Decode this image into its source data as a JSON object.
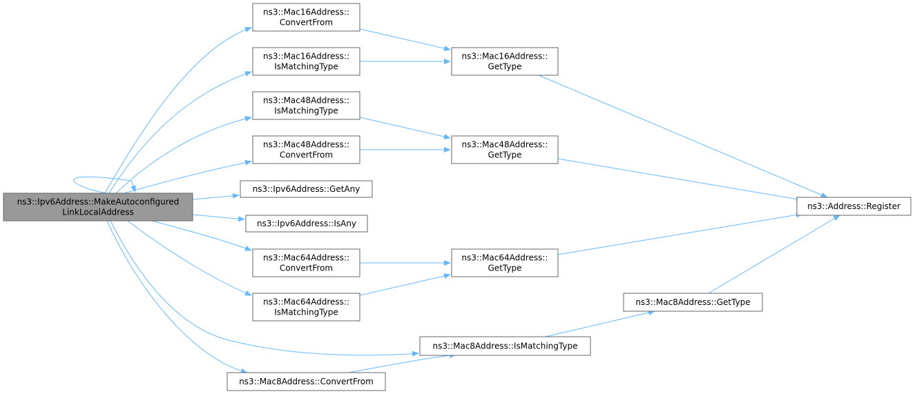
{
  "graph": {
    "colors": {
      "edge": "#63b8ff",
      "node_fill": "#ffffff",
      "node_stroke": "#666666",
      "root_fill": "#999999",
      "text": "#000000"
    },
    "nodes": [
      {
        "id": "root",
        "lines": [
          "ns3::Ipv6Address::MakeAutoconfigured",
          "LinkLocalAddress"
        ],
        "root": true
      },
      {
        "id": "m16_convert",
        "lines": [
          "ns3::Mac16Address::",
          "ConvertFrom"
        ]
      },
      {
        "id": "m16_ismatch",
        "lines": [
          "ns3::Mac16Address::",
          "IsMatchingType"
        ]
      },
      {
        "id": "m16_gettype",
        "lines": [
          "ns3::Mac16Address::",
          "GetType"
        ]
      },
      {
        "id": "m48_ismatch",
        "lines": [
          "ns3::Mac48Address::",
          "IsMatchingType"
        ]
      },
      {
        "id": "m48_convert",
        "lines": [
          "ns3::Mac48Address::",
          "ConvertFrom"
        ]
      },
      {
        "id": "m48_gettype",
        "lines": [
          "ns3::Mac48Address::",
          "GetType"
        ]
      },
      {
        "id": "ipv6_getany",
        "lines": [
          "ns3::Ipv6Address::GetAny"
        ]
      },
      {
        "id": "ipv6_isany",
        "lines": [
          "ns3::Ipv6Address::IsAny"
        ]
      },
      {
        "id": "m64_convert",
        "lines": [
          "ns3::Mac64Address::",
          "ConvertFrom"
        ]
      },
      {
        "id": "m64_ismatch",
        "lines": [
          "ns3::Mac64Address::",
          "IsMatchingType"
        ]
      },
      {
        "id": "m64_gettype",
        "lines": [
          "ns3::Mac64Address::",
          "GetType"
        ]
      },
      {
        "id": "m8_gettype",
        "lines": [
          "ns3::Mac8Address::GetType"
        ]
      },
      {
        "id": "m8_ismatch",
        "lines": [
          "ns3::Mac8Address::IsMatchingType"
        ]
      },
      {
        "id": "m8_convert",
        "lines": [
          "ns3::Mac8Address::ConvertFrom"
        ]
      },
      {
        "id": "addr_register",
        "lines": [
          "ns3::Address::Register"
        ]
      }
    ],
    "edges": [
      {
        "from": "root",
        "to": "root"
      },
      {
        "from": "root",
        "to": "m16_convert"
      },
      {
        "from": "root",
        "to": "m16_ismatch"
      },
      {
        "from": "root",
        "to": "m48_ismatch"
      },
      {
        "from": "root",
        "to": "m48_convert"
      },
      {
        "from": "root",
        "to": "ipv6_getany"
      },
      {
        "from": "root",
        "to": "ipv6_isany"
      },
      {
        "from": "root",
        "to": "m64_convert"
      },
      {
        "from": "root",
        "to": "m64_ismatch"
      },
      {
        "from": "root",
        "to": "m8_ismatch"
      },
      {
        "from": "root",
        "to": "m8_convert"
      },
      {
        "from": "m16_convert",
        "to": "m16_gettype"
      },
      {
        "from": "m16_ismatch",
        "to": "m16_gettype"
      },
      {
        "from": "m48_ismatch",
        "to": "m48_gettype"
      },
      {
        "from": "m48_convert",
        "to": "m48_gettype"
      },
      {
        "from": "m64_convert",
        "to": "m64_gettype"
      },
      {
        "from": "m64_ismatch",
        "to": "m64_gettype"
      },
      {
        "from": "m8_ismatch",
        "to": "m8_gettype"
      },
      {
        "from": "m8_convert",
        "to": "m8_ismatch"
      },
      {
        "from": "m16_gettype",
        "to": "addr_register"
      },
      {
        "from": "m48_gettype",
        "to": "addr_register"
      },
      {
        "from": "m64_gettype",
        "to": "addr_register"
      },
      {
        "from": "m8_gettype",
        "to": "addr_register"
      }
    ]
  }
}
